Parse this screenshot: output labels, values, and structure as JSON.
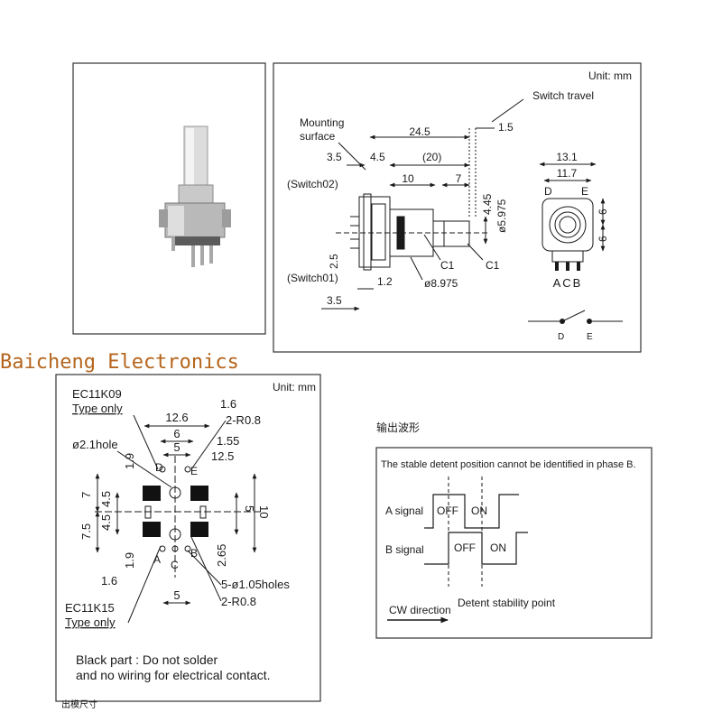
{
  "brand": {
    "watermark": "Baicheng Electronics"
  },
  "colors": {
    "ink": "#1a1a1a",
    "brand": "#b5651d",
    "hatch": "#111111"
  },
  "side_drawing": {
    "unit": "Unit: mm",
    "switch_travel": "Switch travel",
    "mounting_1": "Mounting",
    "mounting_2": "surface",
    "switch02": "(Switch02)",
    "switch01": "(Switch01)",
    "dims": {
      "d24_5": "24.5",
      "d3_5_top": "3.5",
      "d4_5": "4.5",
      "d20": "(20)",
      "d10": "10",
      "d7": "7",
      "d1_5": "1.5",
      "d4_45": "4.45",
      "d5_975": "ø5.975",
      "d2_5": "2.5",
      "d1_2": "1.2",
      "d8_975": "ø8.975",
      "d3_5_bot": "3.5",
      "c1_a": "C1",
      "c1_b": "C1"
    }
  },
  "front_view": {
    "d13_1": "13.1",
    "d11_7": "11.7",
    "d6_a": "6",
    "d6_b": "6",
    "pin_d": "D",
    "pin_e": "E",
    "pins_acb": "ACB"
  },
  "switch_symbol": {
    "d": "D",
    "e": "E"
  },
  "footprint": {
    "unit": "Unit: mm",
    "ec11k09_1": "EC11K09",
    "ec11k09_2": "Type only",
    "ec11k15_1": "EC11K15",
    "ec11k15_2": "Type only",
    "hole21": "ø2.1hole",
    "holes105": "5-ø1.05holes",
    "r08_top": "2-R0.8",
    "r08_bot": "2-R0.8",
    "dims": {
      "d1_6_top": "1.6",
      "d12_6": "12.6",
      "d6": "6",
      "d5_top": "5",
      "d1_55": "1.55",
      "d12_5": "12.5",
      "d1_9_top": "1.9",
      "d7_top": "7",
      "d4_5_top": "4.5",
      "d4_5_bot": "4.5",
      "d7_5": "7.5",
      "d5_right": "5",
      "d10": "10",
      "d2_65": "2.65",
      "d1_9_bot": "1.9",
      "d1_6_bot": "1.6",
      "d5_bot": "5"
    },
    "pins": {
      "d": "D",
      "e": "E",
      "a": "A",
      "b": "B",
      "c": "C"
    },
    "note_1": "Black part : Do not solder",
    "note_2": "and no wiring for electrical contact.",
    "footer_cut": "出模尺寸"
  },
  "waveform": {
    "heading": "输出波形",
    "note": "The stable detent position cannot be identified in phase B.",
    "a_signal": "A signal",
    "b_signal": "B signal",
    "a_off": "OFF",
    "a_on": "ON",
    "b_off": "OFF",
    "b_on": "ON",
    "cw_direction": "CW direction",
    "detent_point": "Detent stability point"
  }
}
